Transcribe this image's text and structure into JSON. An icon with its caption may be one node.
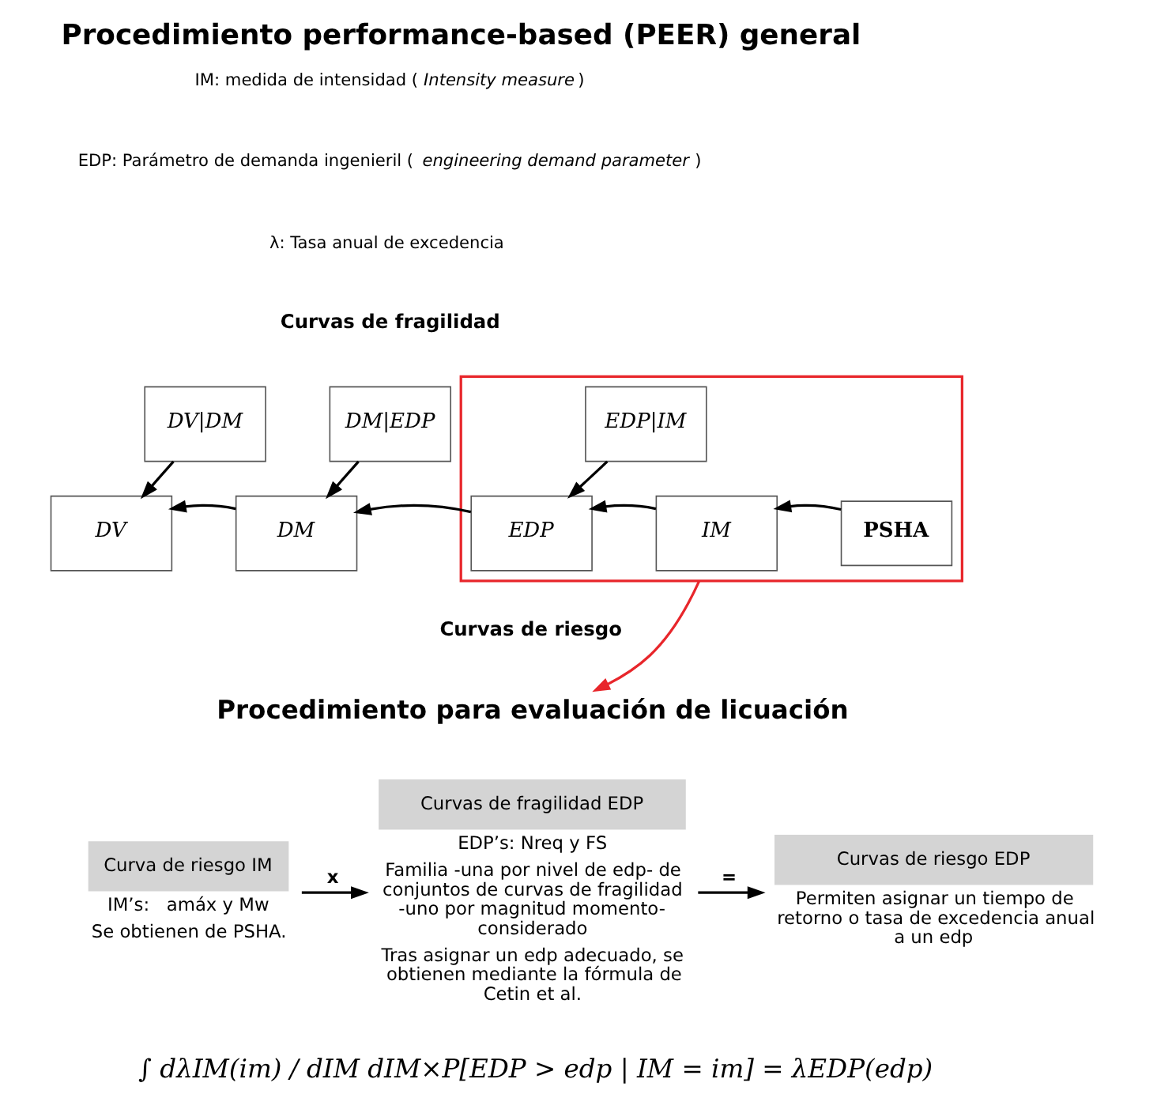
{
  "diagram": {
    "title": "Procedimiento performance-based (PEER) general",
    "nodes": [
      {
        "text": [
          "DV|DM"
        ]
      },
      {
        "text": [
          "DM|EDP"
        ]
      },
      {
        "text": [],
        "shape": "box"
      },
      {
        "text": [
          "EDP|IM"
        ],
        "in": 2
      },
      {
        "text": [
          "PSHA"
        ],
        "in": 2
      },
      {
        "text": [
          "DV"
        ]
      },
      {
        "text": [
          "DM"
        ]
      },
      {
        "text": [
          "EDP"
        ],
        "in": 2
      },
      {
        "text": [
          "IM"
        ],
        "in": 2
      },
      {
        "text": [
          "Procedimiento para evaluación de licuación"
        ]
      },
      {
        "text": [
          "Curva de riesgo IM"
        ],
        "beside": [
          "IM’s:   amáx y Mw",
          "Se obtienen de PSHA."
        ]
      },
      {
        "text": [
          "Curvas de fragilidad EDP"
        ],
        "beside": [
          "EDP’s: Nreq y FS",
          "Familia -una por nivel de edp- de conjuntos de curvas de fragilidad -uno por magnitud momento- considerado",
          "Tras asignar un edp adecuado, se obtienen mediante la fórmula de Cetin et al."
        ]
      },
      {
        "text": [
          "Curvas de riesgo EDP"
        ],
        "beside": [
          "Permiten asignar un tiempo de retorno o tasa de excedencia anual a un edp"
        ]
      }
    ],
    "edges": [
      {
        "from": 6,
        "to": 5,
        "arrow": "to"
      },
      {
        "from": 0,
        "to": 5,
        "arrow": "to"
      },
      {
        "from": 7,
        "to": 6,
        "arrow": "to"
      },
      {
        "from": 1,
        "to": 6,
        "arrow": "to"
      },
      {
        "from": 8,
        "to": 7,
        "arrow": "to"
      },
      {
        "from": 3,
        "to": 7,
        "arrow": "to"
      },
      {
        "from": 4,
        "to": 8,
        "arrow": "to"
      },
      {
        "from": 2,
        "to": 9,
        "arrow": "to",
        "color": "#e8262b"
      },
      {
        "from": 10,
        "to": 11,
        "arrow": "to",
        "label": "x"
      },
      {
        "from": 11,
        "to": 12,
        "arrow": "to",
        "label": "="
      }
    ],
    "labels": [
      "IM: medida de intensidad (*Intensity measure*)",
      "EDP: Parámetro de demanda ingenieril (*engineering demand parameter*)",
      "λ: Tasa anual de excedencia",
      "Curvas de fragilidad",
      "Curvas de riesgo",
      "∫ dλIM(im) / dIM dIM×P[EDP > edp | IM = im] = λEDP(edp)"
    ]
  }
}
